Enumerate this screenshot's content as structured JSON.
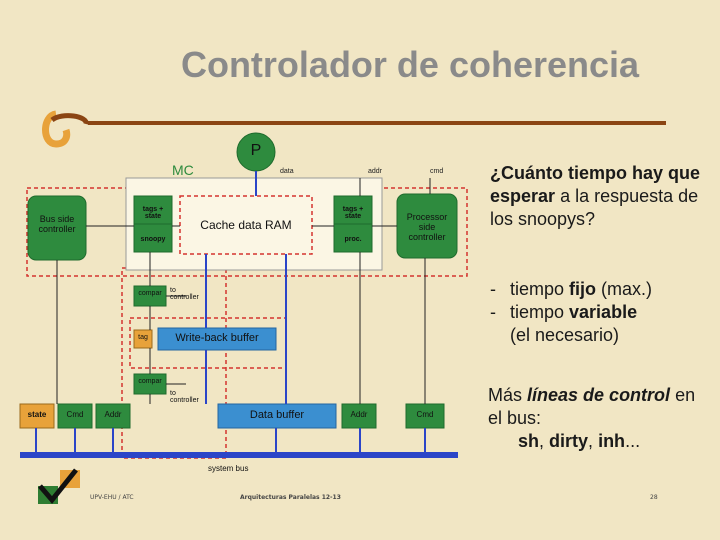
{
  "slide": {
    "title": "Controlador de coherencia",
    "footer_left": "UPV-EHU / ATC",
    "footer_center": "Arquitecturas Paralelas 12-13",
    "page_number": "28"
  },
  "diagram": {
    "p_label": "P",
    "mc_label": "MC",
    "data_label": "data",
    "addr_label": "addr",
    "cmd_label": "cmd",
    "bus_side_controller": "Bus side controller",
    "tags_state_left": "tags + state",
    "snoopy": "snoopy",
    "cache_data_ram": "Cache data RAM",
    "tags_state_right": "tags + state",
    "proc": "proc.",
    "processor_side_controller": "Processor side controller",
    "compar_1": "compar",
    "to_controller_1": "to controller",
    "tag": "tag",
    "write_back_buffer": "Write-back buffer",
    "compar_2": "compar",
    "to_controller_2": "to controller",
    "state": "state",
    "cmd_bottom": "Cmd",
    "addr_bottom": "Addr",
    "data_buffer": "Data buffer",
    "addr_bottom_right": "Addr",
    "cmd_bottom_right": "Cmd",
    "system_bus": "system bus"
  },
  "text": {
    "q_bold": "¿Cuánto tiempo hay que esperar",
    "q_rest": " a la respuesta de los snoopys?",
    "item1_dash": "-",
    "item1_pre": "tiempo ",
    "item1_bold": "fijo",
    "item1_post": " (max.)",
    "item2_dash": "-",
    "item2_pre": "tiempo ",
    "item2_bold": "variable",
    "item2_post": "(el necesario)",
    "more_pre": "Más ",
    "more_bold": "líneas de control",
    "more_post": " en el bus:",
    "sig1": "sh",
    "sep1": ", ",
    "sig2": "dirty",
    "sep2": ", ",
    "sig3": "inh",
    "ellipsis": "..."
  },
  "colors": {
    "background": "#f1e6c4",
    "title": "#8a8a8a",
    "rule": "#8b4513",
    "box_green": "#2e8b3e",
    "box_blue": "#3b8fd0",
    "bus_blue": "#2b45c8",
    "dashed_red": "#d4342e",
    "tag_orange": "#e8a23a",
    "logo_orange": "#e8a23a",
    "logo_green": "#2e7d32"
  }
}
